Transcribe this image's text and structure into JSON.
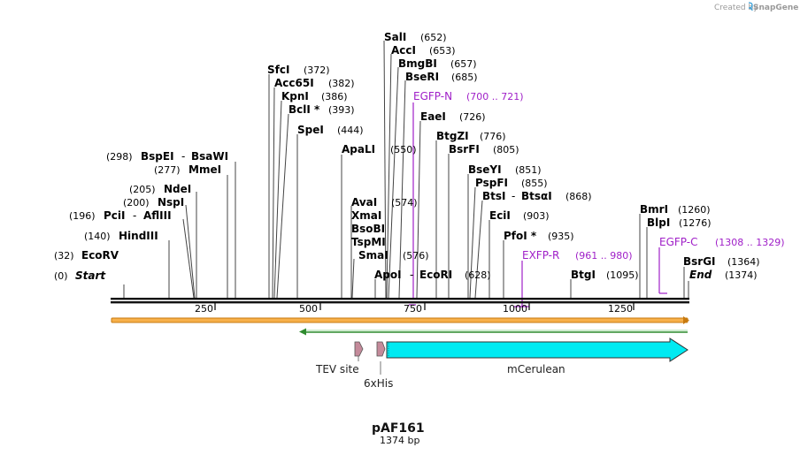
{
  "brand": {
    "created_by": "Created by",
    "name": "SnapGene"
  },
  "plasmid": {
    "name": "pAF161",
    "length_label": "1374 bp"
  },
  "ruler": {
    "ticks": [
      "250",
      "500",
      "750",
      "1000",
      "1250"
    ]
  },
  "sites": {
    "s0": {
      "name": "SalI",
      "pos": "(652)"
    },
    "s1": {
      "name": "AccI",
      "pos": "(653)"
    },
    "s2": {
      "name": "BmgBI",
      "pos": "(657)"
    },
    "s3": {
      "name": "BseRI",
      "pos": "(685)"
    },
    "s4": {
      "name": "SfcI",
      "pos": "(372)"
    },
    "s5": {
      "name": "Acc65I",
      "pos": "(382)"
    },
    "s6": {
      "name": "KpnI",
      "pos": "(386)"
    },
    "s7": {
      "name": "BclI *",
      "pos": "(393)"
    },
    "s8": {
      "name": "SpeI",
      "pos": "(444)"
    },
    "s9": {
      "name": "EaeI",
      "pos": "(726)"
    },
    "s10": {
      "name": "BtgZI",
      "pos": "(776)"
    },
    "s11": {
      "name": "BsrFI",
      "pos": "(805)"
    },
    "s12": {
      "name": "ApaLI",
      "pos": "(550)"
    },
    "s13": {
      "name": "BspEI",
      "dash": "-",
      "name2": "BsaWI",
      "pos": "(298)"
    },
    "s14": {
      "name": "MmeI",
      "pos": "(277)"
    },
    "s15": {
      "name": "BseYI",
      "pos": "(851)"
    },
    "s16": {
      "name": "PspFI",
      "pos": "(855)"
    },
    "s17": {
      "name": "BtsI",
      "dash": "-",
      "name2": "BtsαI",
      "pos": "(868)"
    },
    "s18": {
      "name": "NdeI",
      "pos": "(205)"
    },
    "s19": {
      "name": "NspI",
      "pos": "(200)"
    },
    "s20": {
      "name": "AvaI",
      "pos": "(574)"
    },
    "s21": {
      "name": "XmaI"
    },
    "s22": {
      "name": "PciI",
      "dash": "-",
      "name2": "AflIII",
      "pos": "(196)"
    },
    "s23": {
      "name": "EciI",
      "pos": "(903)"
    },
    "s24": {
      "name": "BmrI",
      "pos": "(1260)"
    },
    "s25": {
      "name": "BsoBI"
    },
    "s26": {
      "name": "BlpI",
      "pos": "(1276)"
    },
    "s27": {
      "name": "HindIII",
      "pos": "(140)"
    },
    "s28": {
      "name": "PfoI *",
      "pos": "(935)"
    },
    "s29": {
      "name": "TspMI"
    },
    "s30": {
      "name": "EcoRV",
      "pos": "(32)"
    },
    "s31": {
      "name": "SmaI",
      "pos": "(576)"
    },
    "s32": {
      "name": "BsrGI",
      "pos": "(1364)"
    },
    "s33": {
      "name": "ApoI",
      "dash": "-",
      "name2": "EcoRI",
      "pos": "(628)"
    },
    "s34": {
      "name": "BtgI",
      "pos": "(1095)"
    },
    "start": {
      "name": "Start",
      "pos": "(0)"
    },
    "end": {
      "name": "End",
      "pos": "(1374)"
    }
  },
  "primers": {
    "p0": {
      "name": "EGFP-N",
      "pos": "(700 .. 721)"
    },
    "p1": {
      "name": "EXFP-R",
      "pos": "(961 .. 980)"
    },
    "p2": {
      "name": "EGFP-C",
      "pos": "(1308 .. 1329)"
    }
  },
  "features": {
    "tev": "TEV site",
    "his": "6xHis",
    "mcerulean": "mCerulean"
  },
  "colors": {
    "primer": "#a020c8",
    "mcerulean": "#00e8f0",
    "orange_bar": "#f5a623",
    "green_bar": "#2e8b2e",
    "feature_small": "#c48a9a"
  }
}
